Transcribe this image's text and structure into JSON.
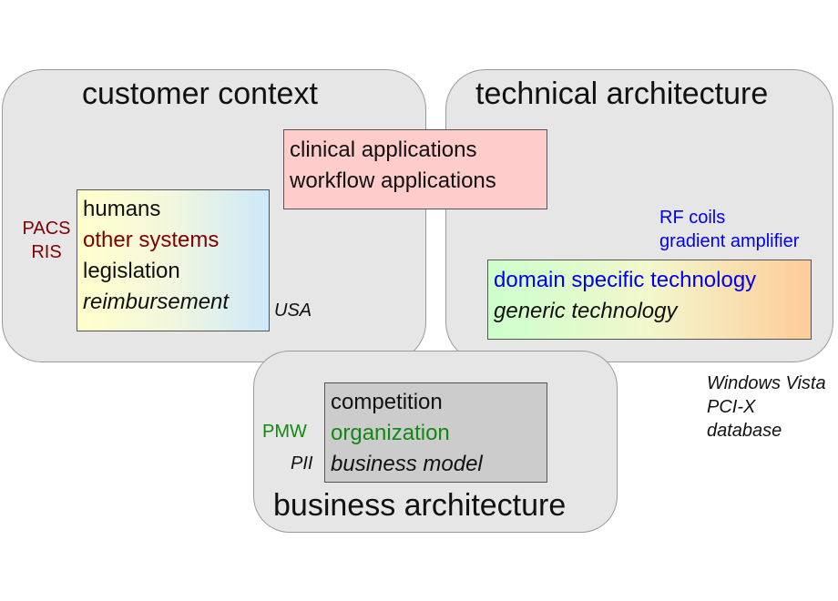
{
  "regions": {
    "customer": {
      "title": "customer context"
    },
    "technical": {
      "title": "technical architecture"
    },
    "business": {
      "title": "business architecture"
    }
  },
  "boxes": {
    "clinical": {
      "lines": [
        "clinical applications",
        "workflow applications"
      ],
      "color": "#ffcccc"
    },
    "customer": {
      "lines": [
        "humans",
        "other systems",
        "legislation",
        "reimbursement"
      ],
      "line_colors": [
        "#111111",
        "#800000",
        "#111111",
        "#111111"
      ]
    },
    "technical": {
      "lines": [
        "domain specific technology",
        "generic technology"
      ],
      "line_colors": [
        "#0000ee",
        "#111111"
      ]
    },
    "business": {
      "lines": [
        "competition",
        "organization",
        "business model"
      ],
      "line_colors": [
        "#111111",
        "#118811",
        "#111111"
      ],
      "color": "#cccccc"
    }
  },
  "annotations": {
    "customer_left": {
      "lines": [
        "PACS",
        "RIS"
      ],
      "color": "#800000"
    },
    "customer_right": {
      "text": "USA"
    },
    "technical_top": {
      "lines": [
        "RF coils",
        "gradient amplifier"
      ],
      "color": "#0000ee"
    },
    "technical_bottom": {
      "lines": [
        "Windows Vista",
        "PCI-X",
        "database"
      ]
    },
    "business_left_top": {
      "text": "PMW",
      "color": "#118811"
    },
    "business_left_bottom": {
      "text": "PII"
    }
  }
}
